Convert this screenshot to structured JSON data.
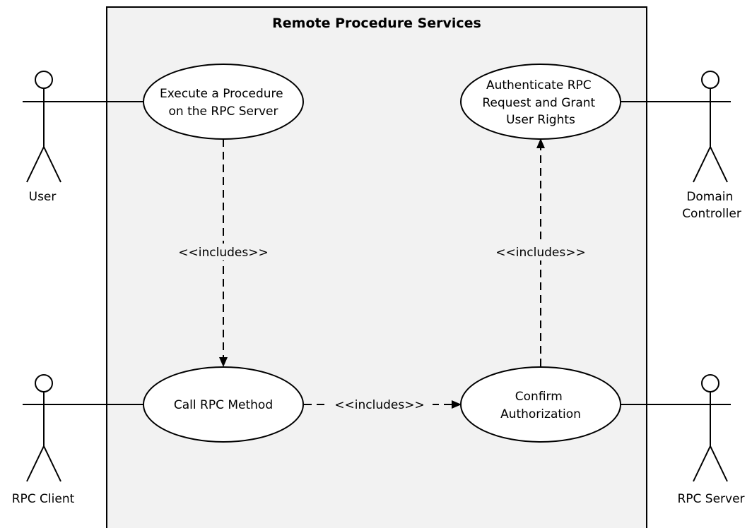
{
  "system": {
    "title": "Remote Procedure Services"
  },
  "actors": {
    "user": {
      "name": "User"
    },
    "domain_controller": {
      "name_lines": [
        "Domain",
        "Controller"
      ]
    },
    "rpc_client": {
      "name": "RPC Client"
    },
    "rpc_server": {
      "name": "RPC Server"
    }
  },
  "use_cases": {
    "execute_procedure": {
      "lines": [
        "Execute a Procedure",
        "on the RPC Server"
      ]
    },
    "authenticate_request": {
      "lines": [
        "Authenticate RPC",
        "Request and Grant",
        "User Rights"
      ]
    },
    "call_rpc_method": {
      "lines": [
        "Call RPC Method"
      ]
    },
    "confirm_authorization": {
      "lines": [
        "Confirm",
        "Authorization"
      ]
    }
  },
  "relationships": {
    "execute_includes_call": {
      "label": "<<includes>>"
    },
    "call_includes_confirm": {
      "label": "<<includes>>"
    },
    "confirm_includes_authenticate": {
      "label": "<<includes>>"
    }
  }
}
